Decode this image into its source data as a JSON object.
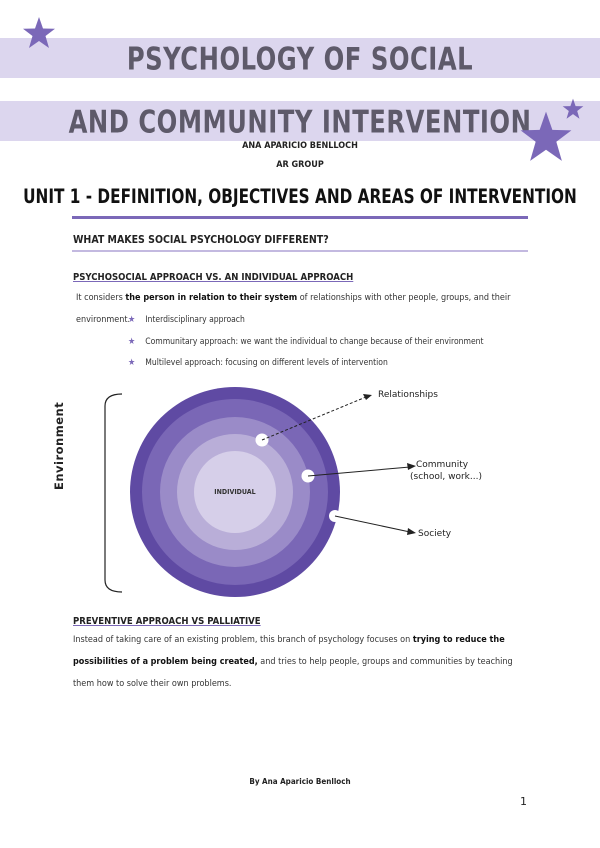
{
  "header": {
    "title_line1": "PSYCHOLOGY OF SOCIAL",
    "title_line2": "AND COMMUNITY INTERVENTION",
    "author": "ANA APARICIO BENLLOCH",
    "group": "AR GROUP",
    "accent_color": "#dcd6ee",
    "star_color": "#7b68b8"
  },
  "unit": {
    "title": "UNIT 1 - DEFINITION, OBJECTIVES AND AREAS OF INTERVENTION"
  },
  "section": {
    "question": "WHAT MAKES SOCIAL PSYCHOLOGY DIFFERENT?"
  },
  "psychosocial": {
    "heading": "PSYCHOSOCIAL APPROACH VS. AN INDIVIDUAL APPROACH",
    "text_pre": "It considers ",
    "text_bold": "the person in relation to their system",
    "text_post": " of relationships with other people, groups, and their environment.",
    "bullets": [
      "Interdisciplinary approach",
      "Communitary approach: we want the individual to change because of their environment",
      "Multilevel approach: focusing on different levels of intervention"
    ]
  },
  "diagram": {
    "environment_label": "Environment",
    "center_label": "INDIVIDUAL",
    "callouts": {
      "relationships": "Relationships",
      "community_line1": "Community",
      "community_line2": "(school, work...)",
      "society": "Society"
    },
    "ring_colors": [
      "#5f4aa3",
      "#7a67b6",
      "#9a8bc8",
      "#b9aed8",
      "#d6cfe9"
    ]
  },
  "preventive": {
    "heading": "PREVENTIVE APPROACH VS PALLIATIVE",
    "text_pre": "Instead of taking care of an existing problem, this branch of psychology focuses on ",
    "text_bold1": "trying to reduce the possibilities of a",
    "text_bold2": "problem being created,",
    "text_post": " and tries to help people, groups and communities by teaching them how to solve their own problems."
  },
  "footer": {
    "author": "By Ana Aparicio Benlloch",
    "page_number": "1"
  }
}
